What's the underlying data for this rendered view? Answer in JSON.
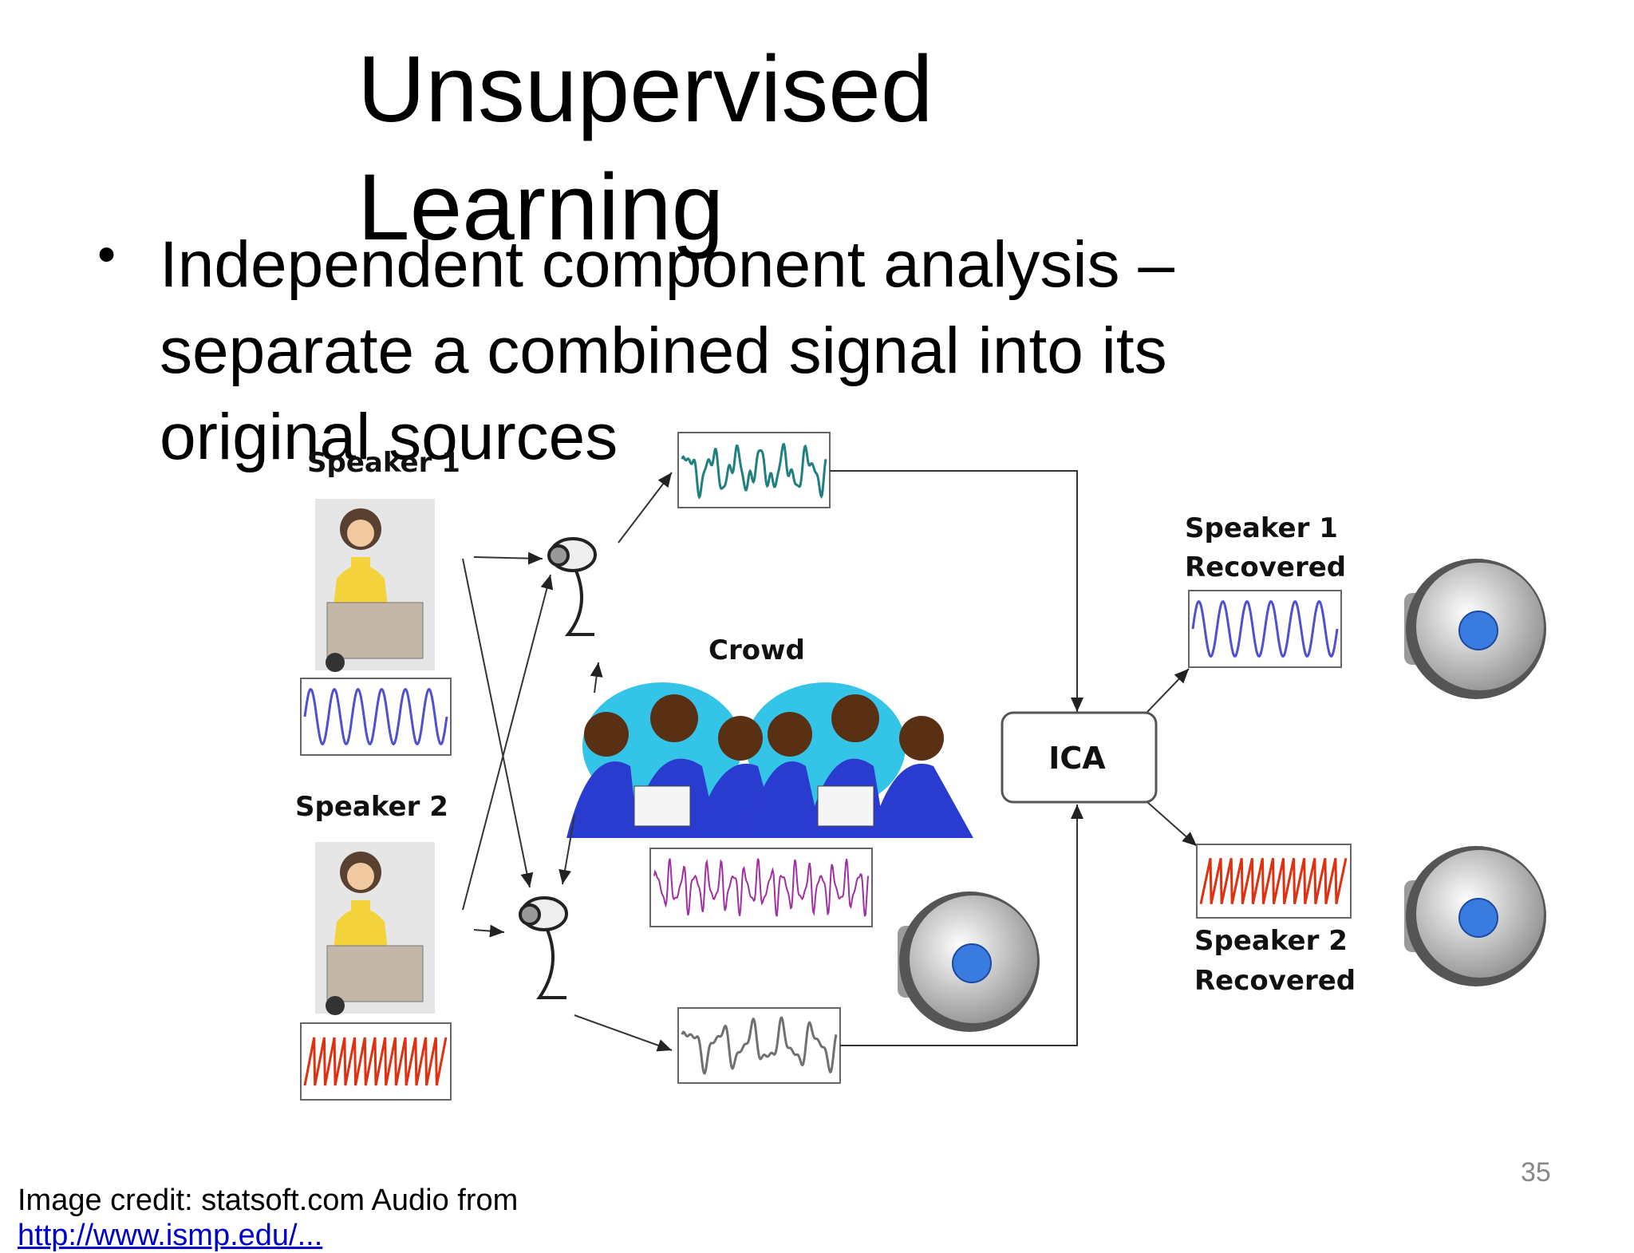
{
  "slide": {
    "title": "Unsupervised Learning",
    "bullet": "Independent component analysis – separate a  combined signal into its original sources",
    "page_number": "35",
    "credit_text": "Image credit: statsoft.com Audio from",
    "credit_link": "http://www.ismp.edu/..."
  },
  "diagram": {
    "speaker1_label": "Speaker 1",
    "speaker2_label": "Speaker 2",
    "crowd_label": "Crowd",
    "ica_label": "ICA",
    "recovered1_line1": "Speaker 1",
    "recovered1_line2": "Recovered",
    "recovered2_line1": "Speaker 2",
    "recovered2_line2": "Recovered",
    "colors": {
      "speaker1_wave": "#5050d0",
      "speaker2_wave": "#e03010",
      "mixed_wave1": "#208080",
      "mixed_wave2": "#707070",
      "crowd_wave": "#a030a0",
      "speaker_icon_blue": "#3a7be0"
    },
    "icons": [
      "person-icon",
      "microphone-icon",
      "crowd-icon",
      "loudspeaker-icon"
    ]
  }
}
